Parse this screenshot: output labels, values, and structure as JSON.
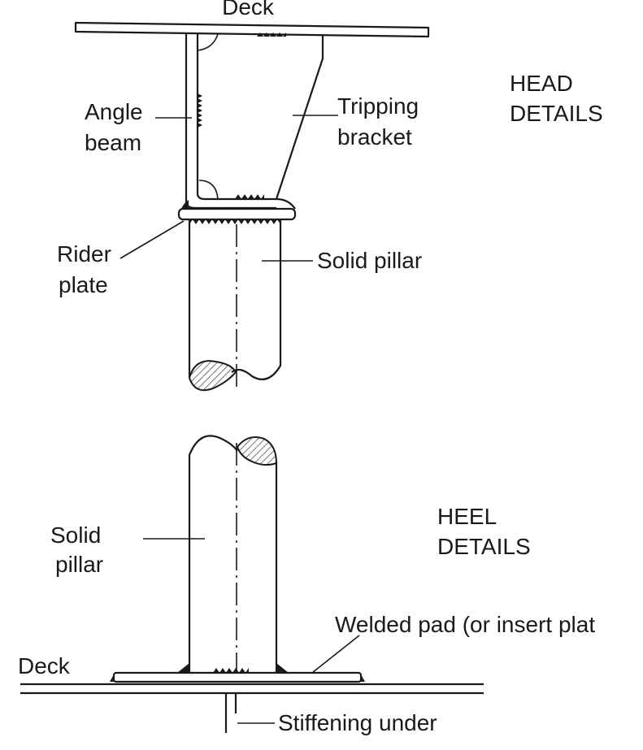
{
  "head": {
    "title_line1": "HEAD",
    "title_line2": "DETAILS",
    "deck_label": "Deck",
    "angle_beam_line1": "Angle",
    "angle_beam_line2": "beam",
    "bracket_line1": "Tripping",
    "bracket_line2": "bracket",
    "rider_line1": "Rider",
    "rider_line2": "plate",
    "pillar_label": "Solid pillar"
  },
  "heel": {
    "title_line1": "HEEL",
    "title_line2": "DETAILS",
    "pillar_line1": "Solid",
    "pillar_line2": "pillar",
    "pad_label": "Welded pad (or insert plat",
    "deck_label": "Deck",
    "stiffening_label": "Stiffening under"
  }
}
